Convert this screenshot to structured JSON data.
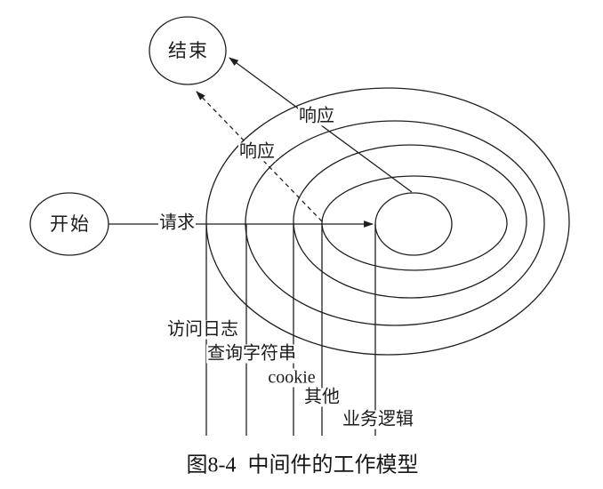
{
  "figure": {
    "caption": {
      "number": "图8-4",
      "title": "中间件的工作模型"
    },
    "nodes": {
      "start_label": "开始",
      "end_label": "结束"
    },
    "flows": {
      "request_label": "请求",
      "response_solid_label": "响应",
      "response_dashed_label": "响应"
    },
    "layers": [
      {
        "label": "访问日志"
      },
      {
        "label": "查询字符串"
      },
      {
        "label": "cookie"
      },
      {
        "label": "其他"
      },
      {
        "label": "业务逻辑"
      }
    ],
    "colors": {
      "stroke": "#1f1f1f",
      "background": "#ffffff"
    }
  }
}
